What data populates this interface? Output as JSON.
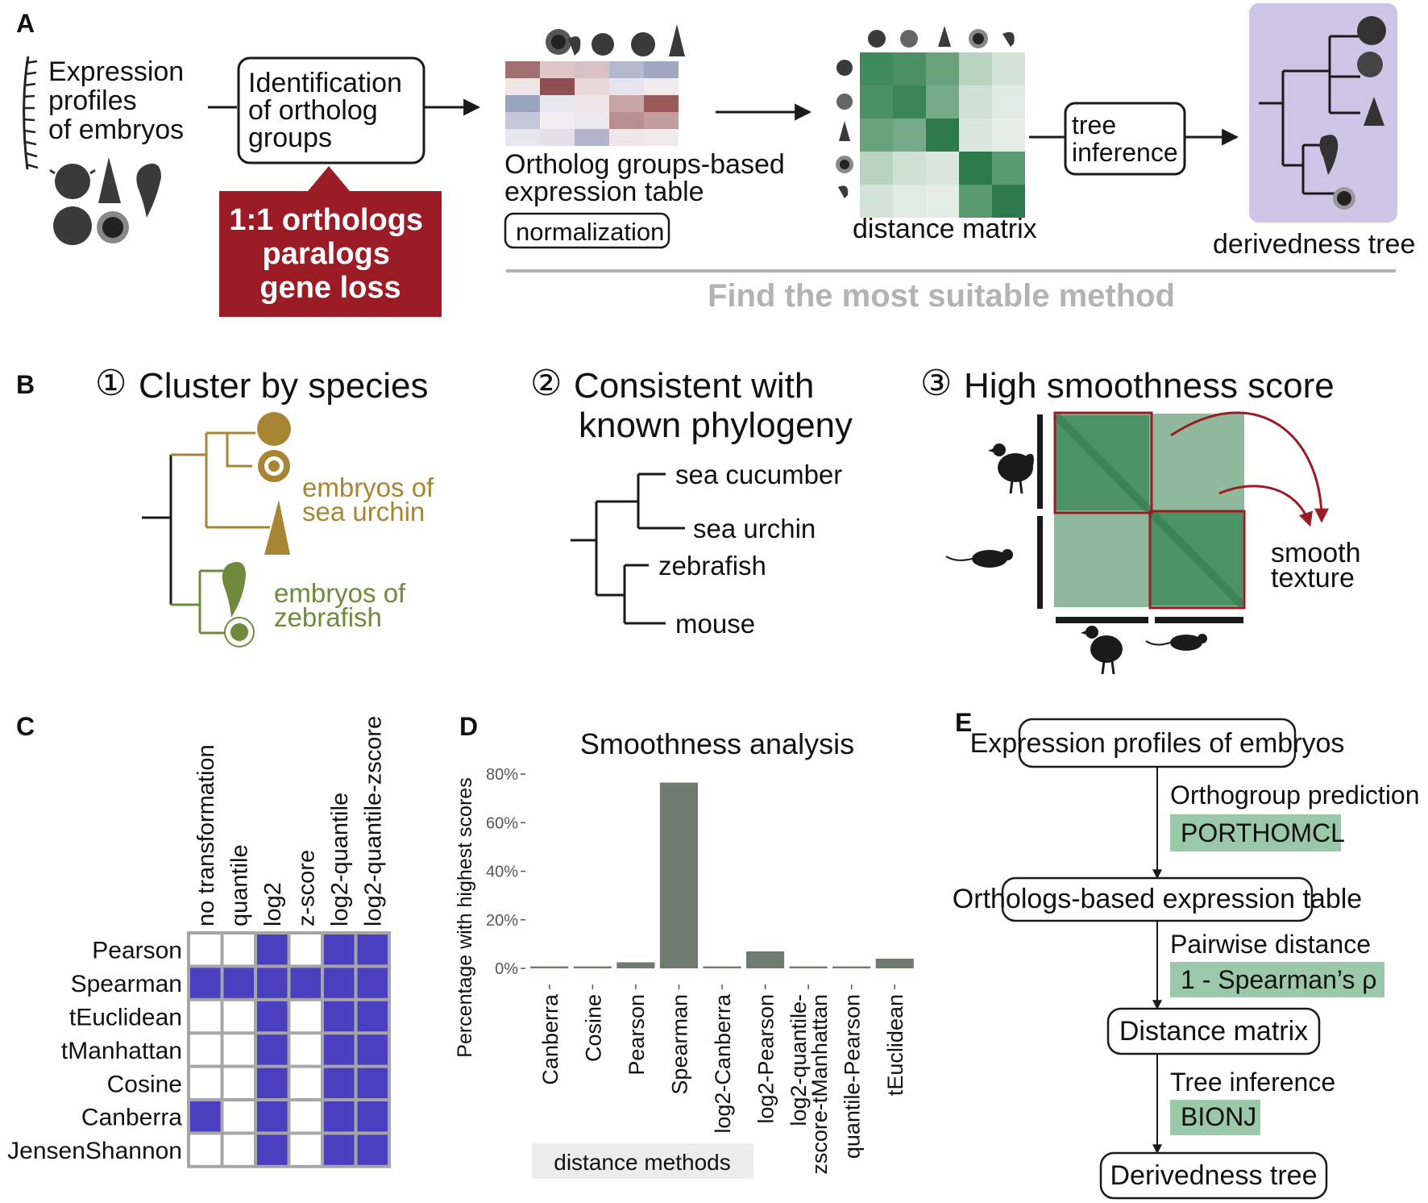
{
  "panel_labels": {
    "a": "A",
    "b": "B",
    "c": "C",
    "d": "D",
    "e": "E"
  },
  "panel_a": {
    "profiles_lines": [
      "Expression",
      "profiles",
      "of embryos"
    ],
    "ortholog_box_lines": [
      "Identification",
      "of ortholog",
      "groups"
    ],
    "issue_lines": [
      "1:1 orthologs",
      "paralogs",
      "gene loss"
    ],
    "table_caption_lines": [
      "Ortholog groups-based",
      "expression table"
    ],
    "normalization": "normalization",
    "distance_matrix": "distance matrix",
    "tree_box_lines": [
      "tree",
      "inference"
    ],
    "derivedness_tree": "derivedness tree",
    "find_method": "Find the most suitable method",
    "colors": {
      "issue_red": "#9b1c24",
      "matrix_green": "#2e7d4f",
      "tree_bg": "#cdc6e6",
      "grey_text": "#b3b3b3"
    }
  },
  "panel_b": {
    "c1_num": "①",
    "c1": "Cluster by species",
    "c2_num": "②",
    "c2_lines": [
      "Consistent with",
      "known phylogeny"
    ],
    "c3_num": "③",
    "c3": "High smoothness score",
    "urchin_lines": [
      "embryos of",
      "sea urchin"
    ],
    "zebrafish_lines": [
      "embryos of",
      "zebrafish"
    ],
    "phylogeny_leaves": [
      "sea cucumber",
      "sea urchin",
      "zebrafish",
      "mouse"
    ],
    "smooth_lines": [
      "smooth",
      "texture"
    ],
    "colors": {
      "urchin": "#a88533",
      "zebrafish": "#6f8a3d",
      "red": "#9b1c24"
    }
  },
  "panel_c": {
    "columns": [
      "no transformation",
      "quantile",
      "log2",
      "z-score",
      "log2-quantile",
      "log2-quantile-zscore"
    ],
    "rows": [
      "Pearson",
      "Spearman",
      "tEuclidean",
      "tManhattan",
      "Cosine",
      "Canberra",
      "JensenShannon"
    ],
    "matrix": [
      [
        0,
        0,
        1,
        0,
        1,
        1
      ],
      [
        1,
        1,
        1,
        1,
        1,
        1
      ],
      [
        0,
        0,
        1,
        0,
        1,
        1
      ],
      [
        0,
        0,
        1,
        0,
        1,
        1
      ],
      [
        0,
        0,
        1,
        0,
        1,
        1
      ],
      [
        1,
        0,
        1,
        0,
        1,
        1
      ],
      [
        0,
        0,
        1,
        0,
        1,
        1
      ]
    ],
    "colors": {
      "on": "#4a3fbf",
      "off": "#ffffff",
      "grid": "#a6a6a6"
    }
  },
  "chart_data": {
    "type": "bar",
    "title": "Smoothness analysis",
    "ylabel": "Percentage with highest scores",
    "xlabel": "distance methods",
    "categories": [
      "Canberra",
      "Cosine",
      "Pearson",
      "Spearman",
      "log2-Canberra",
      "log2-Pearson",
      "log2-quantile-zscore-tManhattan",
      "quantile-Pearson",
      "tEuclidean"
    ],
    "tick_label_lines": [
      [
        "Canberra"
      ],
      [
        "Cosine"
      ],
      [
        "Pearson"
      ],
      [
        "Spearman"
      ],
      [
        "log2-Canberra"
      ],
      [
        "log2-Pearson"
      ],
      [
        "log2-quantile-",
        "zscore-tManhattan"
      ],
      [
        "quantile-Pearson"
      ],
      [
        "tEuclidean"
      ]
    ],
    "values": [
      0.8,
      0.8,
      2.5,
      76.5,
      0.8,
      7.0,
      0.8,
      0.8,
      4.0
    ],
    "ylim": [
      0,
      85
    ],
    "yticks": [
      0,
      20,
      40,
      60,
      80
    ],
    "ytick_labels": [
      "0%",
      "20%",
      "40%",
      "60%",
      "80%"
    ],
    "grid": false,
    "bar_color": "#6e7b6e"
  },
  "panel_e": {
    "steps": [
      "Expression profiles of embryos",
      "Orthologs-based expression table",
      "Distance matrix",
      "Derivedness tree"
    ],
    "transitions": [
      {
        "label": "Orthogroup prediction",
        "tool": "PORTHOMCL"
      },
      {
        "label": "Pairwise distance",
        "tool": "1 - Spearman’s ρ"
      },
      {
        "label": "Tree inference",
        "tool": "BIONJ"
      }
    ],
    "colors": {
      "tool_bg": "#9cc8aa"
    }
  }
}
